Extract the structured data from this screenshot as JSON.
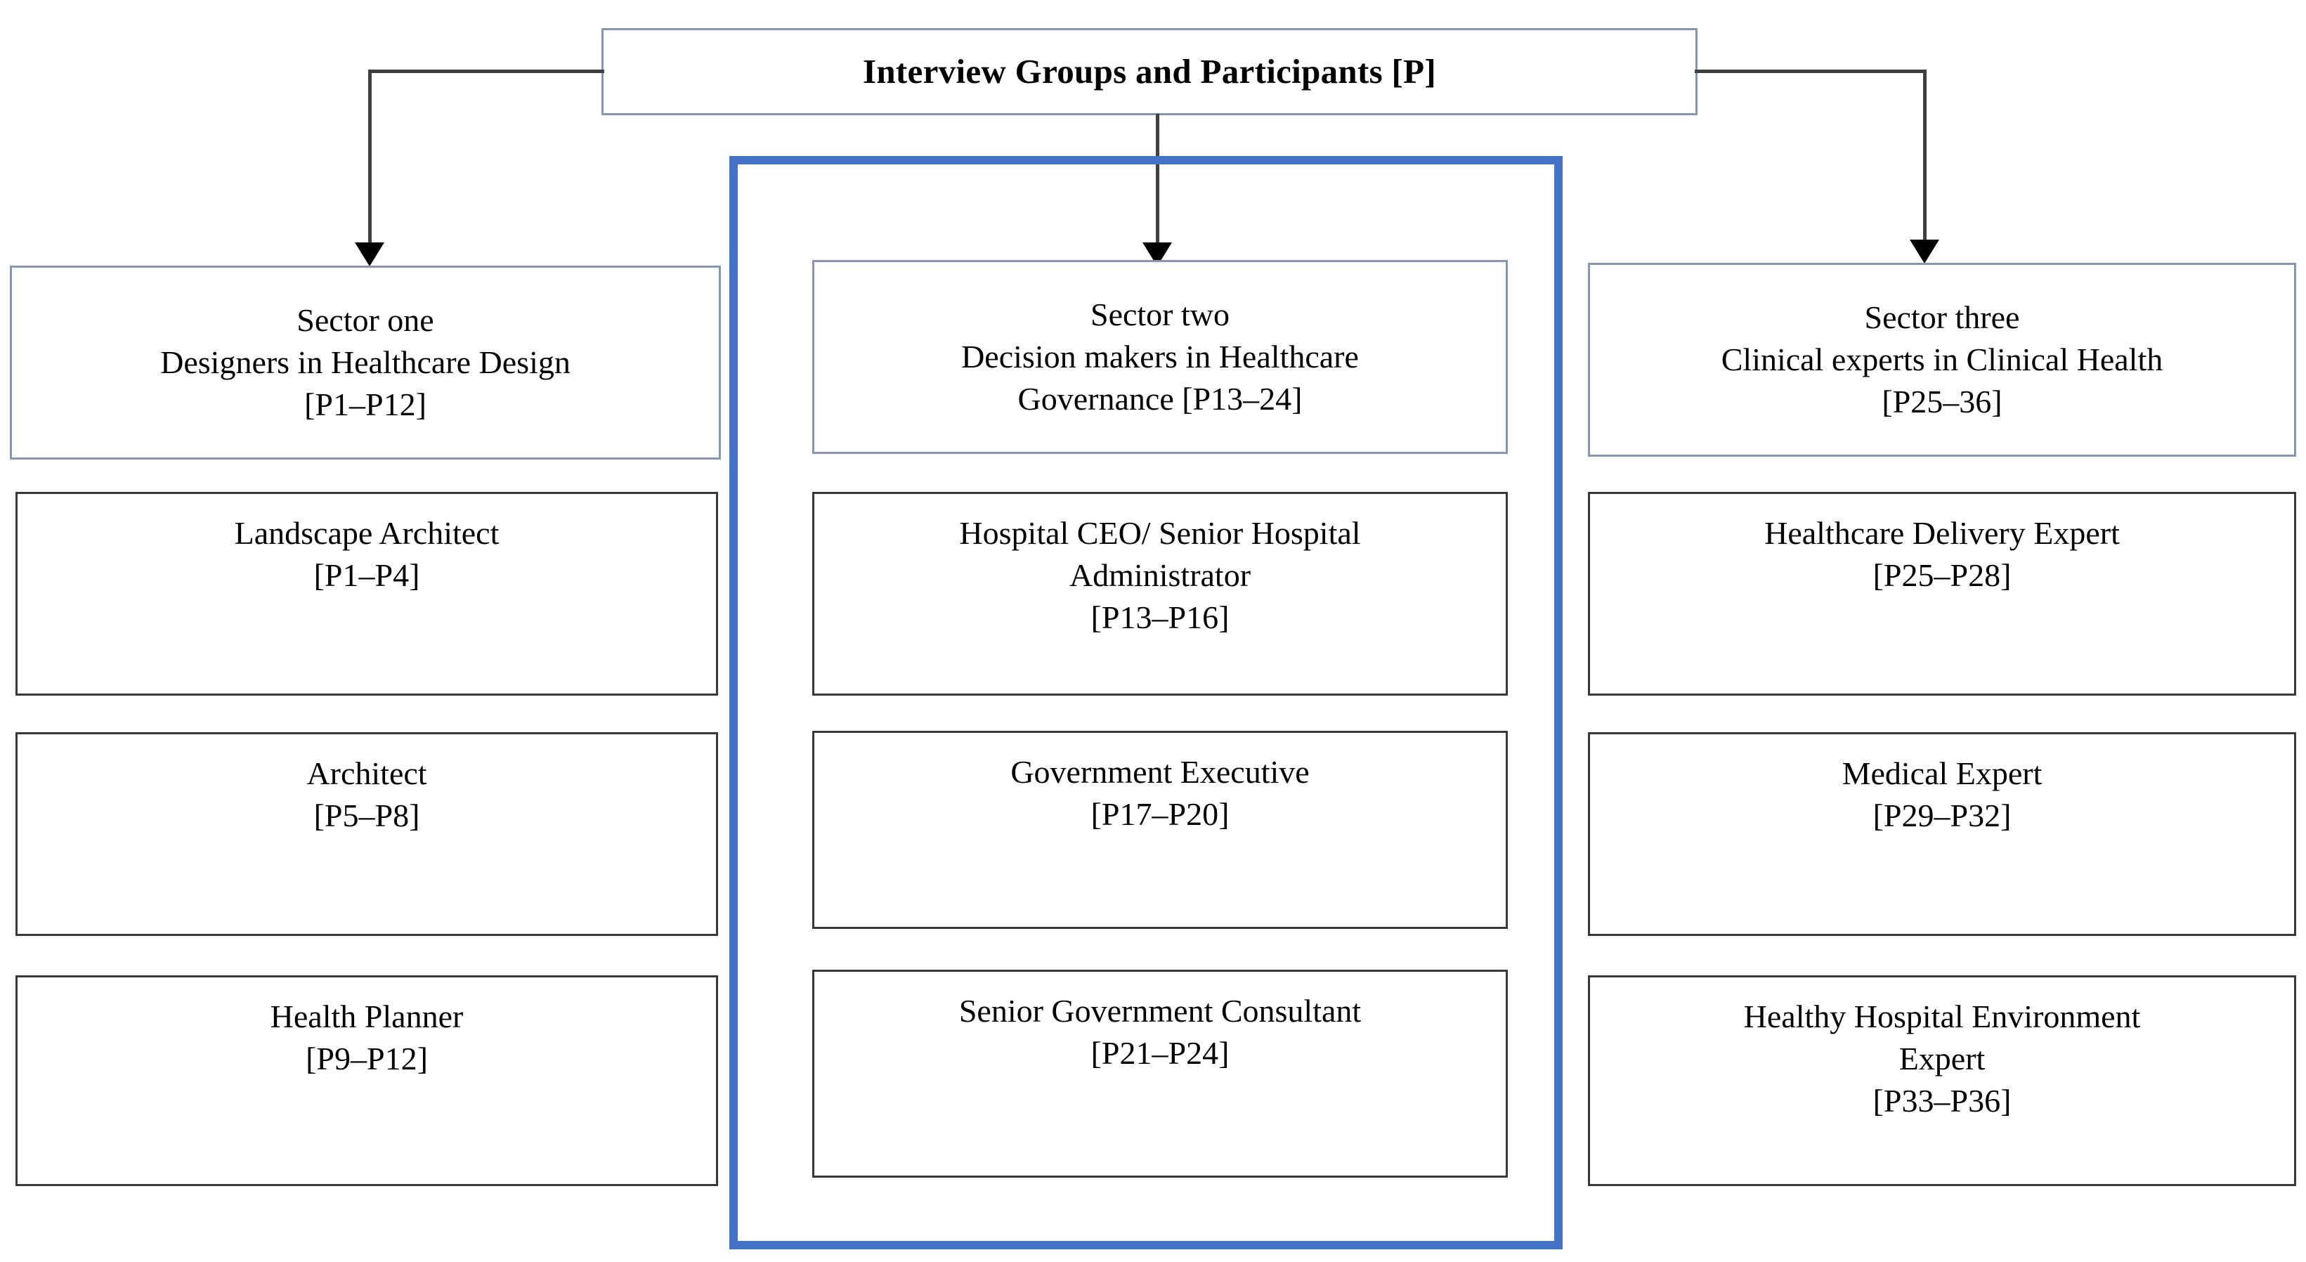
{
  "diagram": {
    "title": "Interview Groups and Participants [P]",
    "highlight_color": "#4472C4",
    "header_border_color": "#8496B0",
    "box_border_color": "#3B3838",
    "columns": [
      {
        "id": "sector-one",
        "header": {
          "line1": "Sector one",
          "line2": "Designers in Healthcare Design",
          "line3": "[P1–P12]"
        },
        "roles": [
          {
            "line1": "Landscape Architect",
            "line2": "[P1–P4]"
          },
          {
            "line1": "Architect",
            "line2": "[P5–P8]"
          },
          {
            "line1": "Health Planner",
            "line2": "[P9–P12]"
          }
        ]
      },
      {
        "id": "sector-two",
        "highlighted": true,
        "header": {
          "line1": "Sector two",
          "line2": "Decision makers in Healthcare",
          "line3": "Governance [P13–24]"
        },
        "roles": [
          {
            "line1": "Hospital CEO/ Senior Hospital",
            "line2": "Administrator",
            "line3": "[P13–P16]"
          },
          {
            "line1": "Government Executive",
            "line2": "[P17–P20]"
          },
          {
            "line1": "Senior Government Consultant",
            "line2": "[P21–P24]"
          }
        ]
      },
      {
        "id": "sector-three",
        "header": {
          "line1": "Sector three",
          "line2": "Clinical experts in Clinical Health",
          "line3": "[P25–36]"
        },
        "roles": [
          {
            "line1": "Healthcare Delivery Expert",
            "line2": "[P25–P28]"
          },
          {
            "line1": "Medical Expert",
            "line2": "[P29–P32]"
          },
          {
            "line1": "Healthy Hospital Environment",
            "line2": "Expert",
            "line3": "[P33–P36]"
          }
        ]
      }
    ]
  }
}
